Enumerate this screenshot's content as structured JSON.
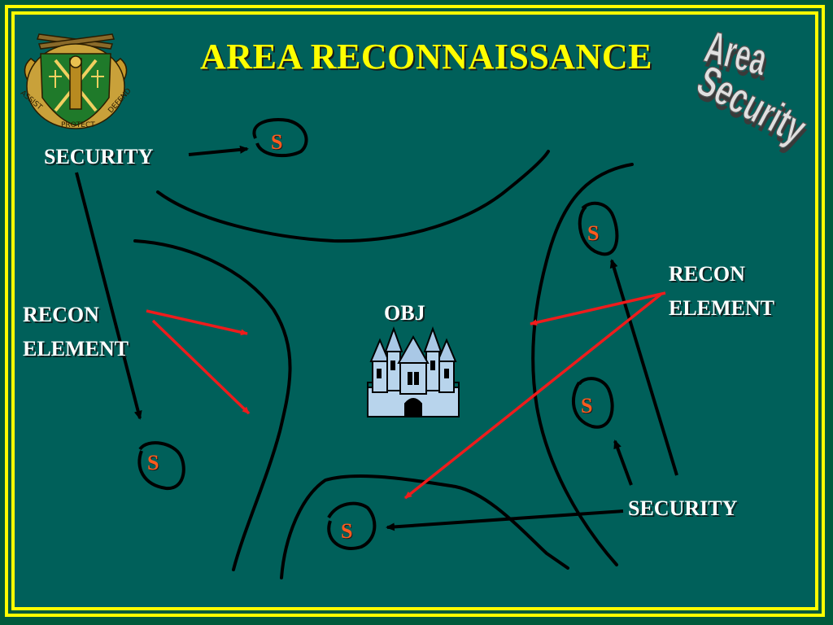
{
  "slide": {
    "title": "AREA RECONNAISSANCE",
    "title_color": "#ffff00",
    "background_color": "#00605a",
    "frame_color": "#ffff00"
  },
  "wordart": {
    "line1": "Area",
    "line2": "Security"
  },
  "crest": {
    "motto_left": "ASSIST",
    "motto_bottom": "PROTECT",
    "motto_right": "DEFEND"
  },
  "labels": {
    "security_top_left": "SECURITY",
    "recon_left_line1": "RECON",
    "recon_left_line2": "ELEMENT",
    "recon_right_line1": "RECON",
    "recon_right_line2": "ELEMENT",
    "security_bottom_right": "SECURITY",
    "objective": "OBJ"
  },
  "security_positions": {
    "marker": "S",
    "marker_color": "#ff5a1e"
  },
  "arrows": {
    "recon_color": "#ee1c1c",
    "security_color": "#000000"
  },
  "icons": [
    "castle-icon",
    "crest-icon"
  ]
}
